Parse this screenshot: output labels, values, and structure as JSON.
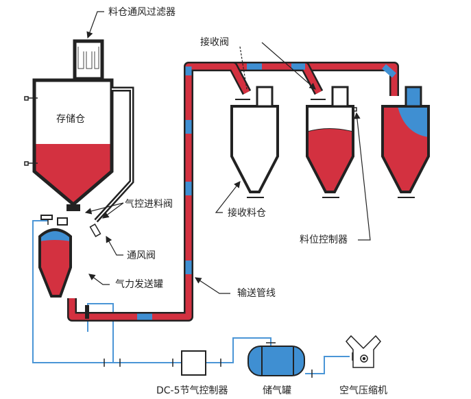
{
  "colors": {
    "material": "#d33140",
    "air": "#3f8fd2",
    "outline": "#222222",
    "air_line": "#4a95d6"
  },
  "labels": {
    "filter": "料仓通风过滤器",
    "storage_bin": "存储仓",
    "receive_valve": "接收阀",
    "feed_valve": "气控进料阀",
    "vent_valve": "通风阀",
    "transmitter": "气力发送罐",
    "receive_bin": "接收料仓",
    "level_controller": "料位控制器",
    "pipeline": "输送管线",
    "controller": "DC-5节气控制器",
    "air_tank": "储气罐",
    "compressor": "空气压缩机"
  }
}
